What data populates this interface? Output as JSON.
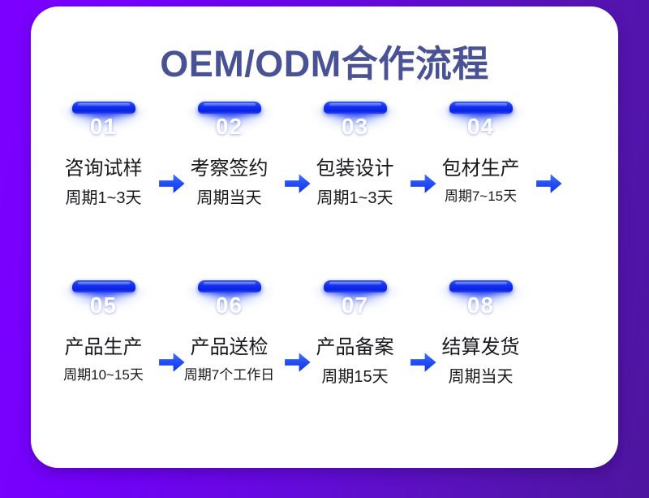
{
  "theme": {
    "background_purple_light": "#7d00ff",
    "background_purple_dark": "#4d159f",
    "card_background": "#ffffff",
    "title_color": "#4a5296",
    "accent_blue": "#1430ef",
    "text_color": "#18181c"
  },
  "header": {
    "title": "OEM/ODM合作流程"
  },
  "flow": {
    "arrow_icon": "arrow-right-icon",
    "rows": [
      {
        "steps": [
          {
            "number": "01",
            "name": "咨询试样",
            "cycle": "周期1~3天",
            "arrow_after": true
          },
          {
            "number": "02",
            "name": "考察签约",
            "cycle": "周期当天",
            "arrow_after": true
          },
          {
            "number": "03",
            "name": "包装设计",
            "cycle": "周期1~3天",
            "arrow_after": true
          },
          {
            "number": "04",
            "name": "包材生产",
            "cycle": "周期7~15天",
            "arrow_after": true
          }
        ]
      },
      {
        "steps": [
          {
            "number": "05",
            "name": "产品生产",
            "cycle": "周期10~15天",
            "arrow_after": true
          },
          {
            "number": "06",
            "name": "产品送检",
            "cycle": "周期7个工作日",
            "arrow_after": true
          },
          {
            "number": "07",
            "name": "产品备案",
            "cycle": "周期15天",
            "arrow_after": true
          },
          {
            "number": "08",
            "name": "结算发货",
            "cycle": "周期当天",
            "arrow_after": false
          }
        ]
      }
    ]
  }
}
